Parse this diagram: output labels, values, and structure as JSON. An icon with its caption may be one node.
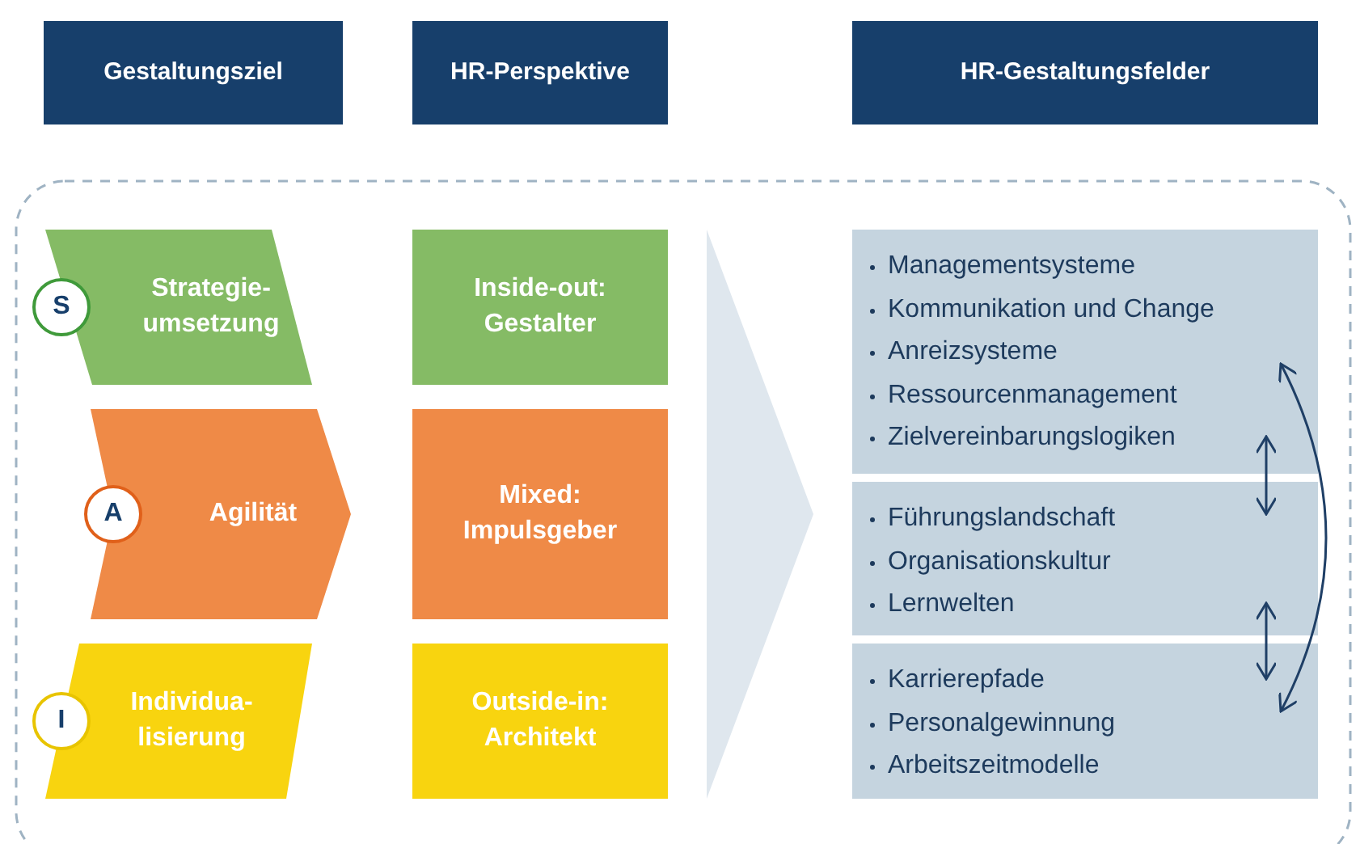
{
  "diagram": {
    "nodes": [
      {
        "text": [
          "Gestaltungsziel"
        ]
      },
      {
        "text": [
          "HR-Perspektive"
        ]
      },
      {
        "text": [
          "HR-Gestaltungsfelder"
        ]
      },
      {
        "text": [
          "Strategie- umsetzung"
        ]
      },
      {
        "text": [
          "S"
        ]
      },
      {
        "text": [
          "Agilität"
        ]
      },
      {
        "text": [
          "A"
        ]
      },
      {
        "text": [
          "Individua- lisierung"
        ]
      },
      {
        "text": [
          "I"
        ]
      },
      {
        "text": [
          "Inside-out: Gestalter"
        ]
      },
      {
        "text": [
          "Mixed: Impulsgeber"
        ]
      },
      {
        "text": [
          "Outside-in: Architekt"
        ]
      },
      {
        "text": [
          "Managementsysteme",
          "Kommunikation und Change",
          "Anreizsysteme",
          "Ressourcenmanagement",
          "Zielvereinbarungslogiken"
        ]
      },
      {
        "text": [
          "Führungslandschaft",
          "Organisationskultur",
          "Lernwelten"
        ]
      },
      {
        "text": [
          "Karrierepfade",
          "Personalgewinnung",
          "Arbeitszeitmodelle"
        ]
      }
    ],
    "edges": [
      {
        "from": 12,
        "to": 13,
        "arrow": "both"
      },
      {
        "from": 13,
        "to": 14,
        "arrow": "both"
      },
      {
        "from": 12,
        "to": 14,
        "arrow": "both"
      }
    ]
  }
}
